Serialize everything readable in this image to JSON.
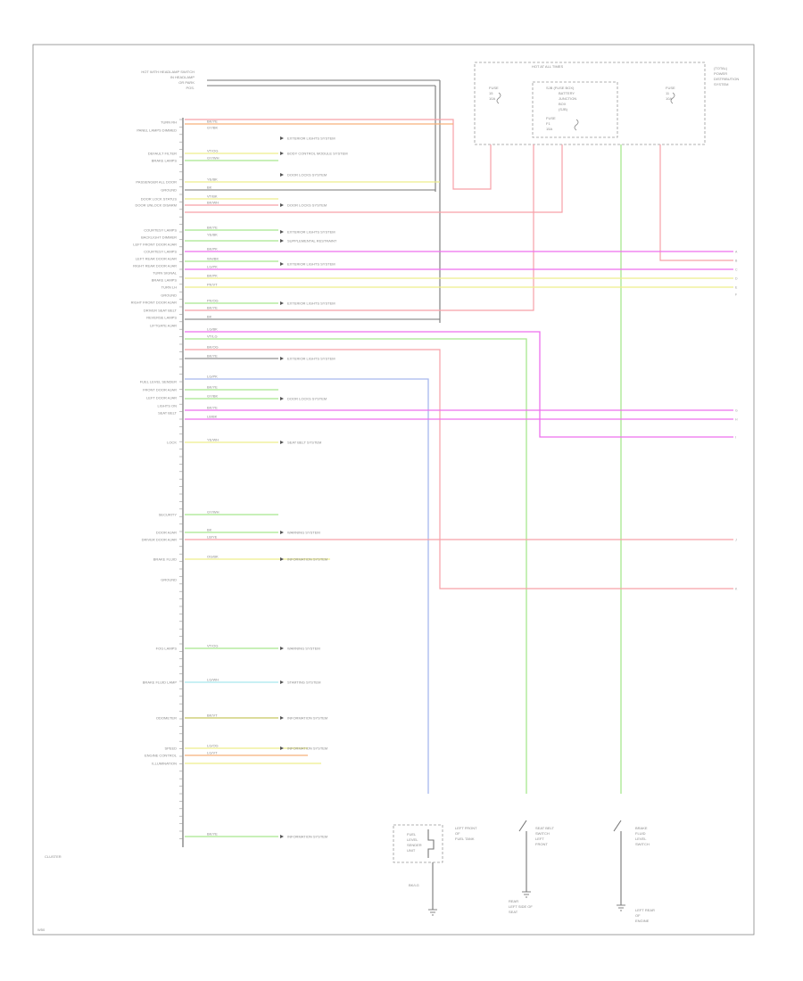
{
  "diagram": {
    "left_connector_label": "CLUSTER",
    "corner_code": "W50",
    "top_left_note": [
      "HOT WITH HEADLAMP SWITCH",
      "IN HEADLAMP",
      "OR PARK",
      "POS."
    ],
    "top_right_box": {
      "title": "HOT AT ALL TIMES",
      "inner_title": "SJB (FUSE BOX)",
      "inner_lines": [
        "BATTERY",
        "JUNCTION",
        "BOX",
        "(SJB)"
      ],
      "left_fuse": [
        "FUSE",
        "15",
        "10A"
      ],
      "center_fuse": [
        "FUSE",
        "F1",
        "15A"
      ],
      "right_fuse": [
        "FUSE",
        "11",
        "10A"
      ],
      "side_note": [
        "(TOTAL)",
        "POWER",
        "DISTRIBUTION",
        "SYSTEM"
      ]
    },
    "pin_labels": [
      "TURN RH",
      "PANEL LAMPS DIMMED",
      "",
      "DEFAULT FILTER",
      "BRAKE LAMPS",
      "PASSENGER ALL DOOR",
      "GROUND",
      "DOOR LOCK STATUS",
      "DOOR UNLOCK DISARM",
      "",
      "COURTESY LAMPS",
      "BACKLIGHT DIMMER",
      "LEFT FRONT DOOR AJAR",
      "COURTESY LAMPS",
      "LEFT REAR DOOR AJAR",
      "RIGHT REAR DOOR AJAR",
      "TURN SIGNAL",
      "BRAKE LAMPS",
      "TURN LH",
      "GROUND",
      "RIGHT FRONT DOOR AJAR",
      "DRIVER SEAT BELT",
      "REVERSE LAMPS",
      "LIFTGATE AJAR",
      "",
      "FUEL LEVEL SENDER",
      "FRONT DOOR AJAR",
      "LEFT DOOR AJAR",
      "LIGHTS ON",
      "SEAT BELT",
      "",
      "LOCK",
      "SECURITY",
      "DOOR AJAR",
      "DRIVER DOOR AJAR",
      "BRAKE FLUID",
      "GROUND",
      "FOG LAMPS",
      "BRAKE FLUID LAMP",
      "ODOMETER",
      "SPEED",
      "ENGINE CONTROL",
      "ILLUMINATION"
    ],
    "wire_labels": [
      "BK/YE",
      "GY/BK",
      "VT/OG",
      "GY/WH",
      "YE/BK",
      "BK",
      "VT/BK",
      "BK/WH",
      "BK/YE",
      "YE/BK",
      "BK/PK",
      "WH/BK",
      "LG/PK",
      "BK/PK",
      "PK/VT",
      "PK/OG",
      "BK/YE",
      "BK",
      "LG/BK",
      "VT/LG",
      "BK/OG",
      "BK/YE",
      "LG/PK",
      "BK/YE",
      "GY/BK",
      "BK/YE",
      "LB/BK",
      "YE/WH",
      "GY/WH",
      "BK",
      "LB/YE",
      "OG/BK",
      "VT/OG",
      "LG/WH",
      "BK/VT",
      "LG/OG",
      "LG/VT",
      "BK/YE"
    ],
    "module_notes": [
      "EXTERIOR LIGHTS SYSTEM",
      "BODY CONTROL MODULE SYSTEM",
      "DOOR LOCKS SYSTEM",
      "DOOR LOCKS SYSTEM",
      "EXTERIOR LIGHTS SYSTEM",
      "SUPPLEMENTAL RESTRAINT",
      "EXTERIOR LIGHTS SYSTEM",
      "EXTERIOR LIGHTS SYSTEM",
      "EXTERIOR LIGHTS SYSTEM",
      "DOOR LOCKS SYSTEM",
      "WARNING SYSTEM",
      "INFORMATION SYSTEM",
      "WARNING SYSTEM",
      "STARTING SYSTEM",
      "INFORMATION SYSTEM",
      "SEAT BELT SYSTEM",
      "INFORMATION SYSTEM",
      "INFORMATION SYSTEM"
    ],
    "right_edge_refs": [
      "A",
      "B",
      "C",
      "D",
      "E",
      "F",
      "G",
      "H",
      "I",
      "J",
      "K"
    ],
    "bottom_components": [
      {
        "title": "FUEL SENDER UNIT",
        "lines": [
          "FUEL",
          "LEVEL",
          "SENDER",
          "UNIT"
        ]
      },
      {
        "title": "SEAT BELT SWITCH",
        "lines": [
          "SEAT BELT",
          "SWITCH",
          "LEFT",
          "FRONT"
        ]
      },
      {
        "title": "BRAKE FLUID LEVEL SWITCH",
        "lines": [
          "BRAKE",
          "FLUID",
          "LEVEL",
          "SWITCH"
        ]
      }
    ],
    "bottom_notes": [
      [
        "LEFT FRONT",
        "OF",
        "FUEL TANK"
      ],
      [
        "REAR",
        "LEFT SIDE OF",
        "SEAT"
      ],
      [
        "LEFT REAR",
        "OF",
        "ENGINE"
      ]
    ],
    "bottom_left_wire": "BK/LG"
  }
}
